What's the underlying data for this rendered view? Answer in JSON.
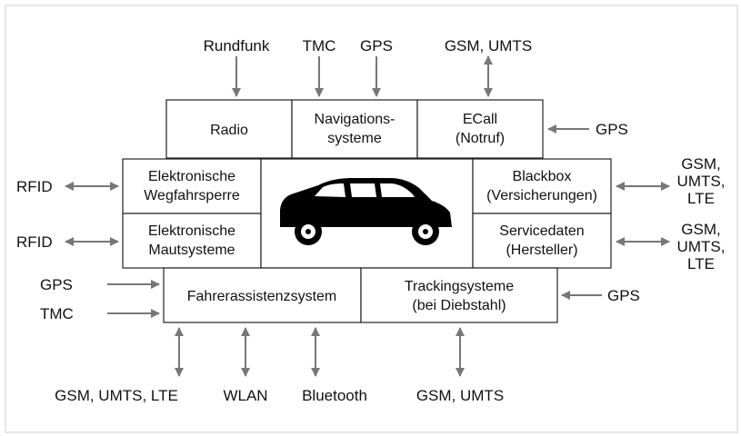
{
  "colors": {
    "background": "#ffffff",
    "border": "#222222",
    "arrow": "#777777",
    "text": "#111111",
    "car": "#000000"
  },
  "boxes": {
    "radio": [
      "Radio"
    ],
    "navigation": [
      "Navigations-",
      "systeme"
    ],
    "ecall": [
      "ECall",
      "(Notruf)"
    ],
    "immobilizer": [
      "Elektronische",
      "Wegfahrsperre"
    ],
    "toll": [
      "Elektronische",
      "Mautsysteme"
    ],
    "blackbox": [
      "Blackbox",
      "(Versicherungen)"
    ],
    "service": [
      "Servicedaten",
      "(Hersteller)"
    ],
    "driver_assist": [
      "Fahrerassistenzsystem"
    ],
    "tracking": [
      "Trackingsysteme",
      "(bei Diebstahl)"
    ]
  },
  "sources": {
    "rundfunk": "Rundfunk",
    "tmc_top": "TMC",
    "gps_top": "GPS",
    "gsm_umts_top": "GSM, UMTS",
    "gps_ecall": "GPS",
    "rfid_top": "RFID",
    "rfid_bottom": "RFID",
    "gsm_umts_lte_blackbox": [
      "GSM,",
      "UMTS,",
      "LTE"
    ],
    "gsm_umts_lte_service": [
      "GSM,",
      "UMTS,",
      "LTE"
    ],
    "gps_left": "GPS",
    "tmc_left": "TMC",
    "gps_tracking": "GPS",
    "gsm_umts_lte_bottom": "GSM, UMTS, LTE",
    "wlan": "WLAN",
    "bluetooth": "Bluetooth",
    "gsm_umts_bottom": "GSM, UMTS"
  },
  "car_icon": "car-silhouette-icon"
}
